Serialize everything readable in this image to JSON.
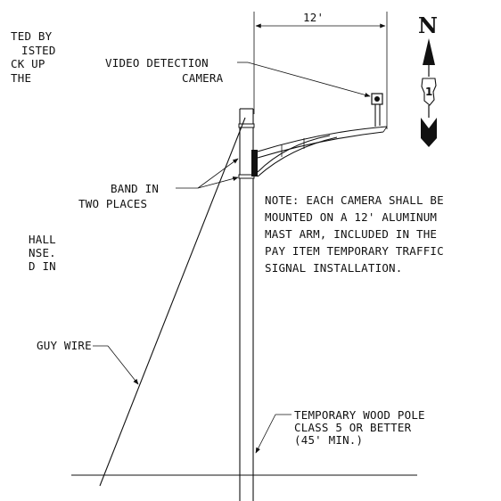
{
  "left_note_fragments": {
    "line1": "TED BY",
    "line2": "ISTED",
    "line3": "CK UP",
    "line4": "THE"
  },
  "left_note2_fragments": {
    "line1": "HALL",
    "line2": "NSE.",
    "line3": "D IN"
  },
  "dimension": {
    "arm_length": "12'"
  },
  "north_arrow": {
    "letter": "N",
    "route_number": "1"
  },
  "labels": {
    "camera_line1": "VIDEO DETECTION",
    "camera_line2": "CAMERA",
    "band_line1": "BAND IN",
    "band_line2": "TWO PLACES",
    "guy_wire": "GUY WIRE",
    "pole_line1": "TEMPORARY WOOD POLE",
    "pole_line2": "CLASS 5 OR BETTER",
    "pole_line3": "(45' MIN.)"
  },
  "note": {
    "line1": "NOTE: EACH CAMERA SHALL BE",
    "line2": "MOUNTED ON A 12' ALUMINUM",
    "line3": "MAST ARM, INCLUDED IN THE",
    "line4": "PAY ITEM TEMPORARY TRAFFIC",
    "line5": "SIGNAL INSTALLATION."
  }
}
